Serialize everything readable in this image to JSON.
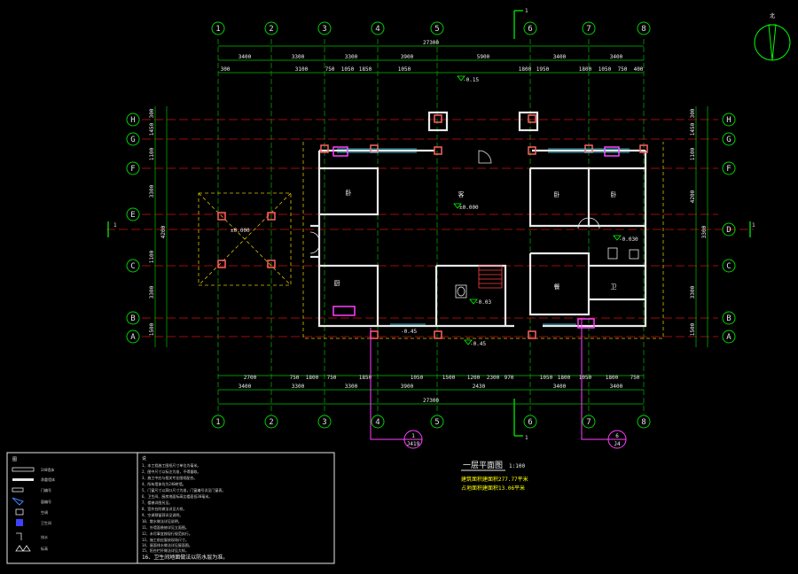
{
  "drawing": {
    "total_dim": "27300",
    "x_axes": [
      "1",
      "2",
      "3",
      "4",
      "5",
      "6",
      "7",
      "8"
    ],
    "y_axes": [
      "H",
      "G",
      "F",
      "E",
      "D",
      "C",
      "B",
      "A"
    ],
    "section_mark": "1",
    "top_dims": [
      "3400",
      "3300",
      "3300",
      "3900",
      "5900",
      "3400",
      "3400"
    ],
    "top_sub_dims": [
      "300",
      "3100",
      "750",
      "1050",
      "1850",
      "1050",
      "1800",
      "1950",
      "1800",
      "1050",
      "750",
      "400"
    ],
    "bottom_dims": [
      "3400",
      "3300",
      "3300",
      "3900",
      "2430",
      "3400",
      "3400"
    ],
    "bottom_sub_dims": [
      "2700",
      "750",
      "1800",
      "750",
      "1850",
      "1050",
      "1500",
      "1200",
      "2300",
      "970",
      "1050",
      "1800",
      "1050",
      "1800",
      "750"
    ],
    "left_dims": [
      "300",
      "1450",
      "1100",
      "3300",
      "4200",
      "1100",
      "3300",
      "1500"
    ],
    "right_dims": [
      "300",
      "1450",
      "1100",
      "4200",
      "3300",
      "3300",
      "1500"
    ],
    "level_1": "±0.000",
    "level_2": "-0.030",
    "level_3": "-0.03",
    "level_4": "-0.15",
    "level_5": "-0.45",
    "level_6": "-0.45",
    "small_level": "±0.000",
    "callout_1": "1",
    "callout_1_sub": "J419",
    "callout_2": "6",
    "callout_2_sub": "J4",
    "room_labels": [
      "卧",
      "客",
      "厨",
      "卧",
      "卧",
      "餐",
      "卫"
    ]
  },
  "north_arrow": {
    "label": "北"
  },
  "title_block": {
    "title": "一层平面图",
    "scale": "1:100",
    "area_line_1": "建筑面积建面积277.77平米",
    "area_line_2": "占地面积建面积13.06平米"
  },
  "legend": {
    "heading": "图",
    "items": [
      "240墙体",
      "承重墙体",
      "门编号",
      "窗编号",
      "空调",
      "卫生间",
      "排水",
      "标高"
    ]
  },
  "notes": {
    "heading": "说",
    "lines": [
      "1、本工程施工图纸尺寸单位为毫米。",
      "2、图中尺寸以标注为准，不得量取。",
      "3、施工中应与相关专业图纸配合。",
      "4、所有墙体均为240砖墙。",
      "5、门窗尺寸以洞口尺寸为准，门窗编号详见门窗表。",
      "6、卫生间、厨房地面标高比楼面低30毫米。",
      "7、楼梯详图另见。",
      "8、室外台阶做法详见大样。",
      "9、空调预留洞详见说明。",
      "10、散水做法详见说明。",
      "11、外墙面装修详见立面图。",
      "12、未尽事宜按现行规范执行。",
      "13、施工前应复核现场尺寸。",
      "14、屋面排水做法详见屋面图。",
      "15、阳台栏杆做法详见大样。",
      "16、卫生间地面做法以防水层为准。"
    ]
  }
}
